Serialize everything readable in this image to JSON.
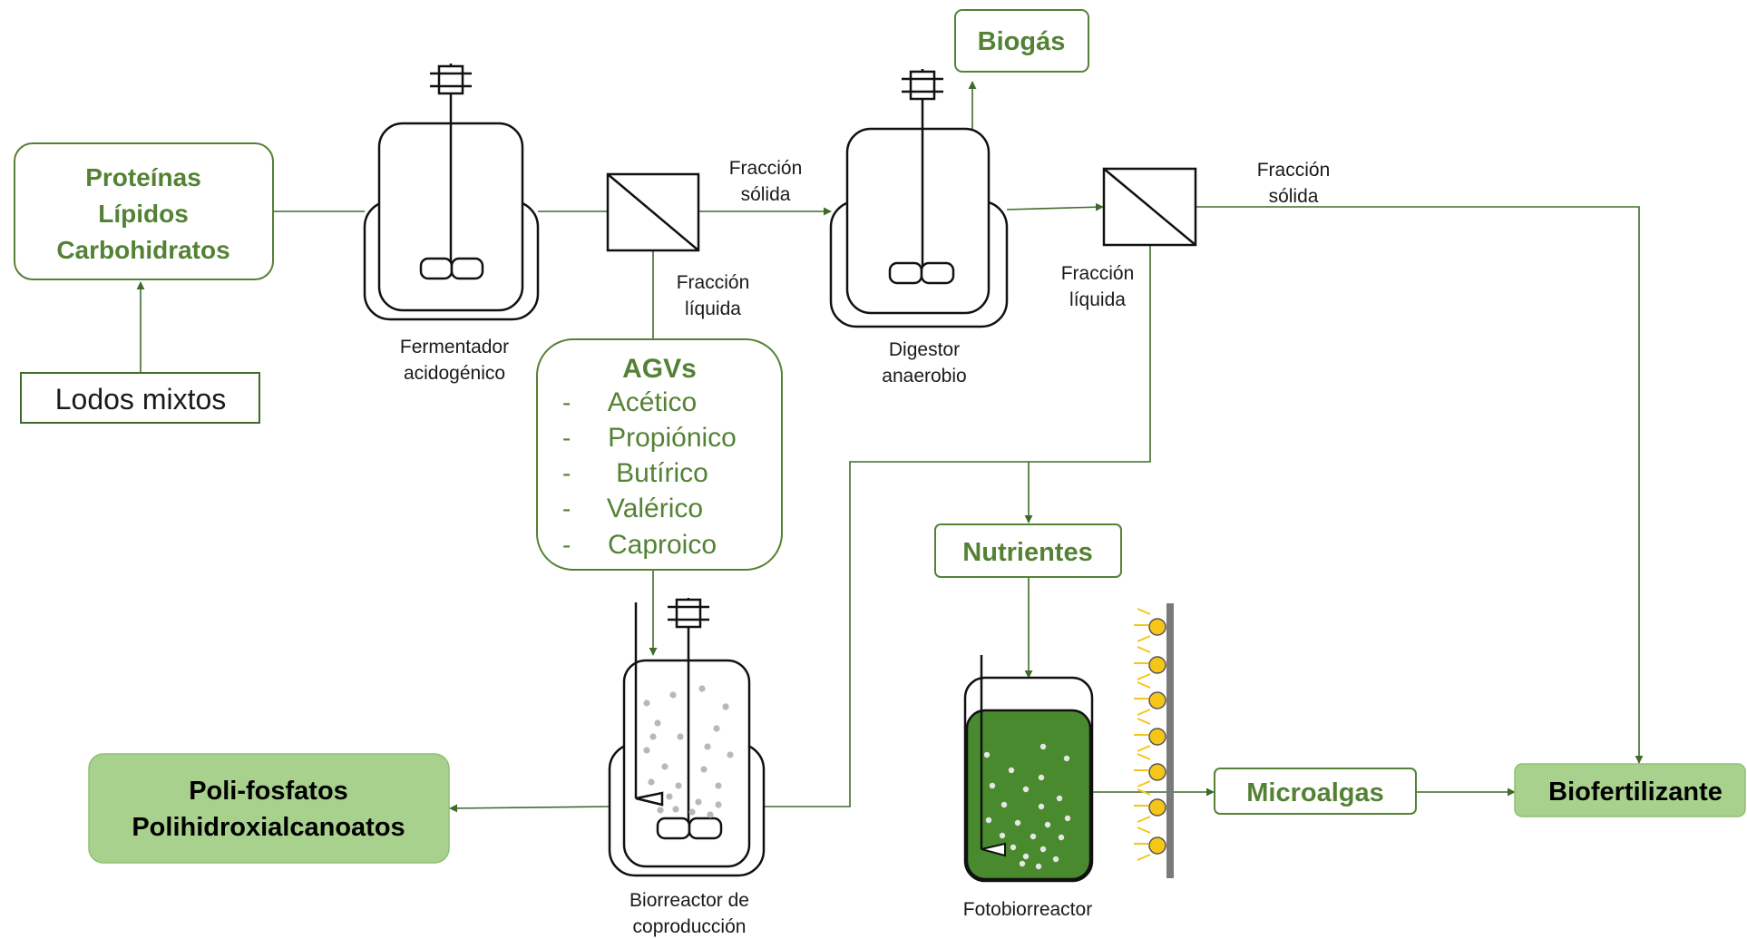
{
  "colors": {
    "accent": "#548235",
    "accent_fill": "#a9d18e",
    "culture_fill": "#4a8a2e",
    "lamp": "#f5c518",
    "line": "#3f6b2a"
  },
  "boxes": {
    "substrates": [
      "Proteínas",
      "Lípidos",
      "Carbohidratos"
    ],
    "sludge": "Lodos mixtos",
    "biogas": "Biogás",
    "agvs_title": "AGVs",
    "agvs_items": [
      {
        "dash": "-",
        "label": "Acético"
      },
      {
        "dash": "-",
        "label": "Propiónico"
      },
      {
        "dash": "-",
        "label": "Butírico"
      },
      {
        "dash": "-",
        "label": "Valérico"
      },
      {
        "dash": "-",
        "label": "Caproico"
      }
    ],
    "nutrients": "Nutrientes",
    "microalgae": "Microalgas",
    "biofertilizer": "Biofertilizante",
    "products": [
      "Poli-fosfatos",
      "Polihidroxialcanoatos"
    ]
  },
  "equipment": {
    "fermenter": [
      "Fermentador",
      "acidogénico"
    ],
    "digester": [
      "Digestor",
      "anaerobio"
    ],
    "coproduction": [
      "Biorreactor de",
      "coproducción"
    ],
    "photobioreactor": "Fotobiorreactor"
  },
  "flows": {
    "solid_1": [
      "Fracción",
      "sólida"
    ],
    "liquid_1": [
      "Fracción",
      "líquida"
    ],
    "solid_2": [
      "Fracción",
      "sólida"
    ],
    "liquid_2": [
      "Fracción",
      "líquida"
    ]
  }
}
